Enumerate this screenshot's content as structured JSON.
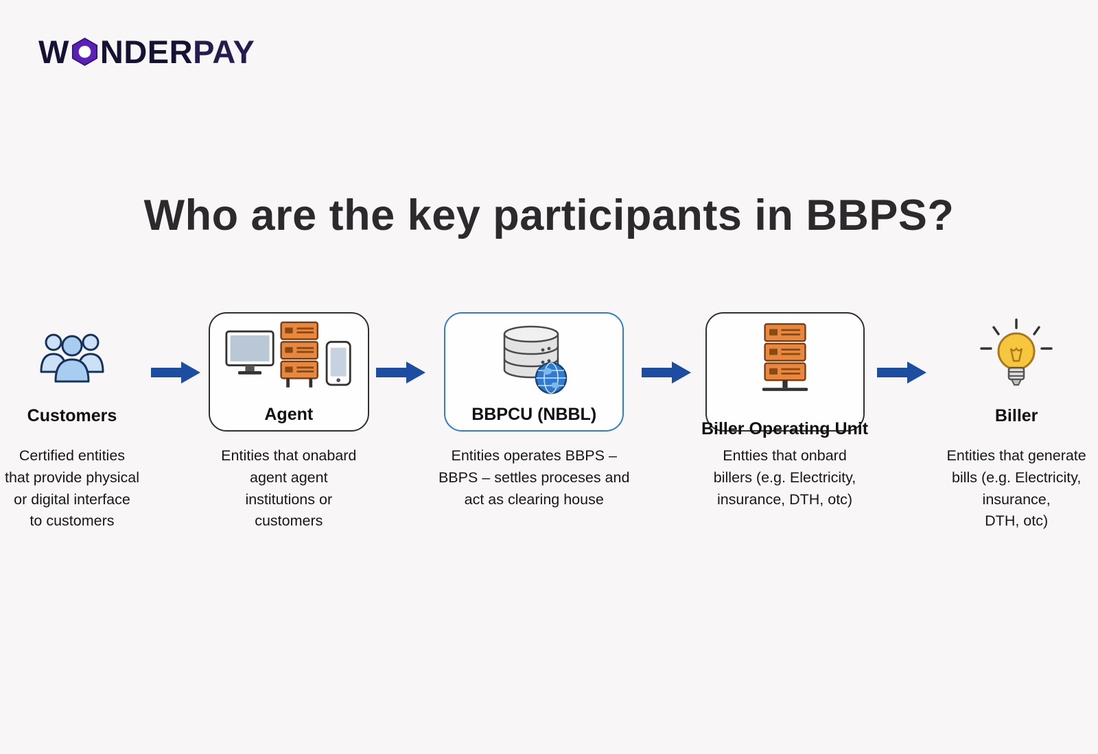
{
  "logo": {
    "text_w": "W",
    "text_nder": "NDER",
    "text_pay": "PAY"
  },
  "title": "Who are the key participants in BBPS?",
  "participants": [
    {
      "label": "Customers",
      "icon": "customers-group-icon",
      "boxed": false,
      "description": "Certified entities\nthat provide physical\nor digital interface\nto customers"
    },
    {
      "label": "Agent",
      "icon": "agent-devices-icon",
      "boxed": true,
      "description": "Entities that onabard\nagent agent\ninstitutions or\ncustomers"
    },
    {
      "label": "BBPCU (NBBL)",
      "icon": "database-globe-icon",
      "boxed": true,
      "border": "#2d7dd2",
      "description": "Entities operates BBPS –\nBBPS – settles proceses and\nact as clearing house"
    },
    {
      "label": "Biller Operating Unit",
      "icon": "server-rack-icon",
      "boxed": true,
      "description": "Entties that onbard\nbillers (e.g. Electricity,\ninsurance, DTH, otc)"
    },
    {
      "label": "Biller",
      "icon": "lightbulb-icon",
      "boxed": false,
      "description": "Entities that generate\nbills (e.g. Electricity,\ninsurance,\nDTH, otc)"
    }
  ],
  "colors": {
    "background": "#f8f6f7",
    "title": "#2d2a2d",
    "arrow_blue": "#1c4da1",
    "box_border": "#2f2f2f",
    "bbpcu_border": "#2d7dd2",
    "server_orange": "#e8883f",
    "bulb_yellow": "#f7c63f",
    "person_blue": "#b9d6f2",
    "globe_blue": "#2e7bd0",
    "logo_purple": "#5b21b6",
    "logo_dark": "#161233"
  }
}
